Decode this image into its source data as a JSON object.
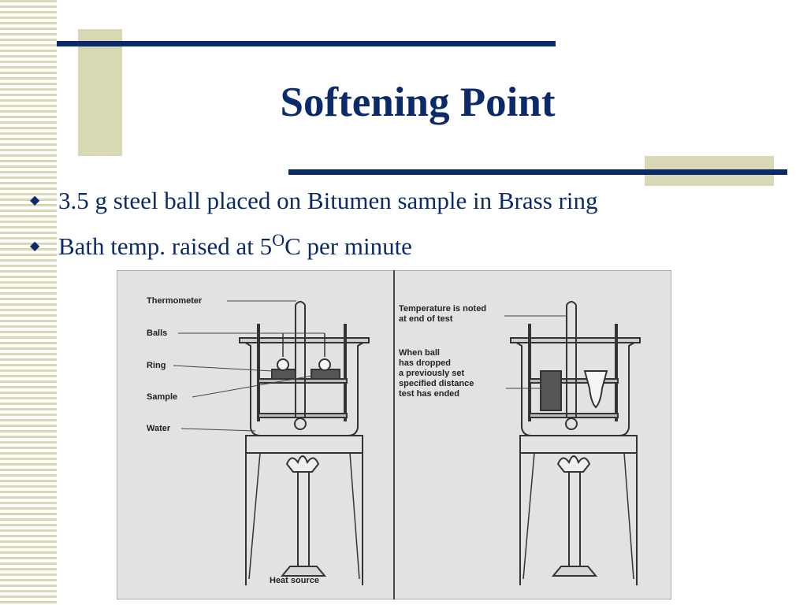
{
  "slide": {
    "title": "Softening Point",
    "bullets": [
      {
        "text": "3.5 g steel ball placed on Bitumen sample in Brass ring"
      },
      {
        "text_before": "Bath temp. raised at 5",
        "superscript": "O",
        "text_after": "C per minute"
      }
    ]
  },
  "figure": {
    "left_labels": {
      "thermometer": "Thermometer",
      "balls": "Balls",
      "ring": "Ring",
      "sample": "Sample",
      "water": "Water"
    },
    "heat_source": "Heat source",
    "right_labels": {
      "temp_line1": "Temperature is noted",
      "temp_line2": "at end of test",
      "ball_line1": "When ball",
      "ball_line2": "has dropped",
      "ball_line3": "a previously set",
      "ball_line4": "specified distance",
      "ball_line5": "test has ended"
    }
  },
  "colors": {
    "title": "#0b2a6a",
    "accent_navy": "#0b2a6a",
    "accent_olive": "#d8d8b4",
    "figure_bg": "#e2e2e2"
  }
}
